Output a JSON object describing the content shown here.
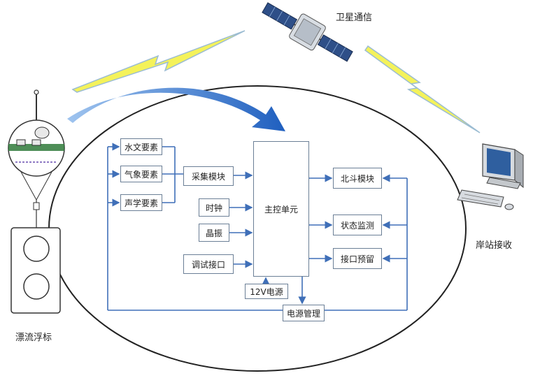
{
  "labels": {
    "satellite": "卫星通信",
    "shore_station": "岸站接收",
    "buoy": "漂流浮标"
  },
  "blocks": {
    "hydrology": "水文要素",
    "meteorology": "气象要素",
    "acoustics": "声学要素",
    "acquisition": "采集模块",
    "clock": "时钟",
    "crystal": "晶振",
    "debug_port": "调试接口",
    "main_control": "主控单元",
    "power_12v": "12V电源",
    "power_mgmt": "电源管理",
    "beidou": "北斗模块",
    "status_monitor": "状态监测",
    "interface_reserve": "接口预留"
  },
  "colors": {
    "line": "#3f6fb8",
    "box_border": "#6b7f96",
    "lightning_fill": "#f4f25a",
    "lightning_stroke": "#9bbcd2",
    "swoosh": "#2f6fc4"
  }
}
